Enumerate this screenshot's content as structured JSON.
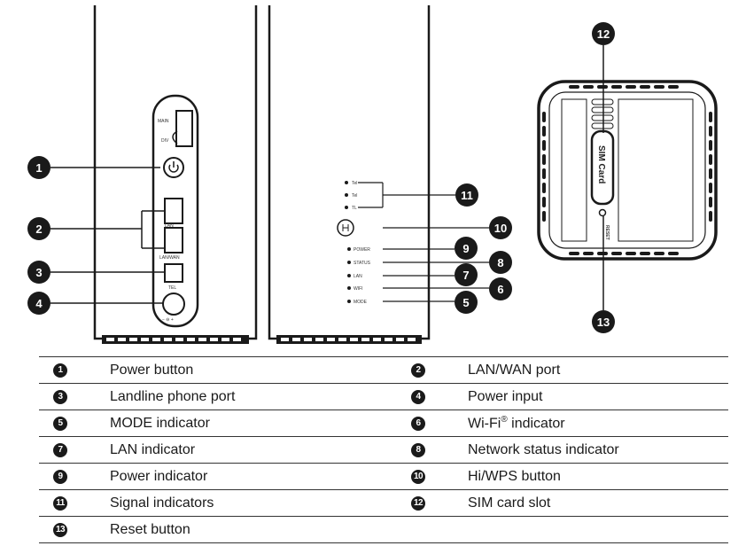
{
  "device_labels": {
    "main": "MAIN",
    "div": "DIV",
    "lan": "LAN",
    "lan_wan": "LAN/WAN",
    "tel": "TEL",
    "power_symbol": "− ⊖ +",
    "signal_1": "Tel",
    "signal_2": "Tel",
    "signal_3": "TL",
    "power_led": "POWER",
    "status_led": "STATUS",
    "lan_led": "LAN",
    "wifi_led": "WIFI",
    "mode_led": "MODE",
    "sim_card": "SIM Card",
    "reset": "RESET"
  },
  "callouts": [
    "1",
    "2",
    "3",
    "4",
    "5",
    "6",
    "7",
    "8",
    "9",
    "10",
    "11",
    "12",
    "13"
  ],
  "legend": {
    "rows": [
      {
        "left": {
          "num": "1",
          "text": "Power button"
        },
        "right": {
          "num": "2",
          "text": "LAN/WAN port"
        }
      },
      {
        "left": {
          "num": "3",
          "text": "Landline phone port"
        },
        "right": {
          "num": "4",
          "text": "Power input"
        }
      },
      {
        "left": {
          "num": "5",
          "text": "MODE indicator"
        },
        "right": {
          "num": "6",
          "text": "Wi-Fi",
          "sup": "®",
          "tail": " indicator"
        }
      },
      {
        "left": {
          "num": "7",
          "text": "LAN indicator"
        },
        "right": {
          "num": "8",
          "text": "Network status indicator"
        }
      },
      {
        "left": {
          "num": "9",
          "text": "Power indicator"
        },
        "right": {
          "num": "10",
          "text": "Hi/WPS button"
        }
      },
      {
        "left": {
          "num": "11",
          "text": "Signal indicators"
        },
        "right": {
          "num": "12",
          "text": "SIM card slot"
        }
      },
      {
        "left": {
          "num": "13",
          "text": "Reset button"
        },
        "right": null
      }
    ]
  },
  "colors": {
    "ink": "#1a1a1a",
    "paper": "#ffffff"
  }
}
